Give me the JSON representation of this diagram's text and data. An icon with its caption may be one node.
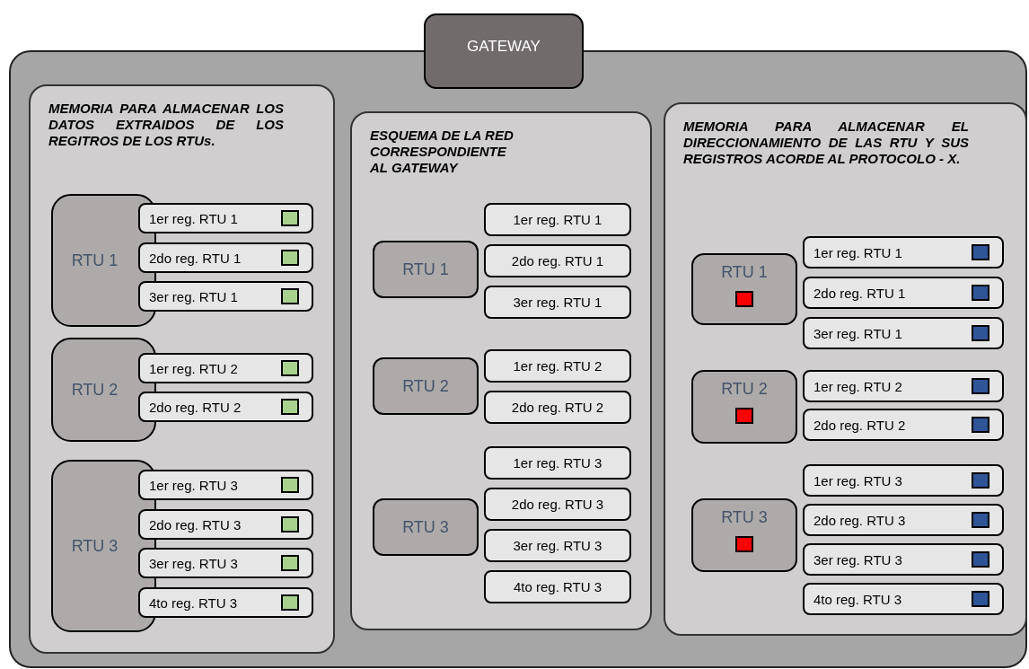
{
  "diagram": {
    "nodes": [
      {
        "text": [
          "GATEWAY"
        ]
      },
      {
        "text": [],
        "shape": "box"
      },
      {
        "text": [
          "MEMORIA PARA ALMACENAR LOS DATOS EXTRAIDOS DE LOS REGITROS DE LOS RTUs."
        ],
        "in": 1
      },
      {
        "text": [
          "RTU 1"
        ],
        "in": 2
      },
      {
        "text": [
          "1er reg. RTU 1"
        ],
        "in": 2
      },
      {
        "text": [
          "2do reg. RTU 1"
        ],
        "in": 2
      },
      {
        "text": [
          "3er reg. RTU 1"
        ],
        "in": 2
      },
      {
        "text": [
          "RTU 2"
        ],
        "in": 2
      },
      {
        "text": [
          "1er reg. RTU 2"
        ],
        "in": 2
      },
      {
        "text": [
          "2do reg. RTU 2"
        ],
        "in": 2
      },
      {
        "text": [
          "RTU 3"
        ],
        "in": 2
      },
      {
        "text": [
          "1er reg. RTU 3"
        ],
        "in": 2
      },
      {
        "text": [
          "2do reg. RTU 3"
        ],
        "in": 2
      },
      {
        "text": [
          "3er reg. RTU 3"
        ],
        "in": 2
      },
      {
        "text": [
          "4to reg. RTU 3"
        ],
        "in": 2
      },
      {
        "text": [
          "ESQUEMA DE LA RED CORRESPONDIENTE AL GATEWAY"
        ],
        "in": 1
      },
      {
        "text": [
          "RTU 1"
        ],
        "in": 15
      },
      {
        "text": [
          "1er reg. RTU 1"
        ],
        "in": 15
      },
      {
        "text": [
          "2do reg. RTU 1"
        ],
        "in": 15
      },
      {
        "text": [
          "3er reg. RTU 1"
        ],
        "in": 15
      },
      {
        "text": [
          "RTU 2"
        ],
        "in": 15
      },
      {
        "text": [
          "1er reg. RTU 2"
        ],
        "in": 15
      },
      {
        "text": [
          "2do reg. RTU 2"
        ],
        "in": 15
      },
      {
        "text": [
          "RTU 3"
        ],
        "in": 15
      },
      {
        "text": [
          "1er reg. RTU 3"
        ],
        "in": 15
      },
      {
        "text": [
          "2do reg. RTU 3"
        ],
        "in": 15
      },
      {
        "text": [
          "3er reg. RTU 3"
        ],
        "in": 15
      },
      {
        "text": [
          "4to reg. RTU 3"
        ],
        "in": 15
      },
      {
        "text": [
          "MEMORIA PARA ALMACENAR EL DIRECCIONAMIENTO DE LAS RTU Y SUS REGISTROS ACORDE AL PROTOCOLO - X."
        ],
        "in": 1
      },
      {
        "text": [
          "RTU 1"
        ],
        "in": 28
      },
      {
        "text": [
          "1er reg. RTU 1"
        ],
        "in": 28
      },
      {
        "text": [
          "2do reg. RTU 1"
        ],
        "in": 28
      },
      {
        "text": [
          "3er reg. RTU 1"
        ],
        "in": 28
      },
      {
        "text": [
          "RTU 2"
        ],
        "in": 28
      },
      {
        "text": [
          "1er reg. RTU 2"
        ],
        "in": 28
      },
      {
        "text": [
          "2do reg. RTU 2"
        ],
        "in": 28
      },
      {
        "text": [
          "RTU 3"
        ],
        "in": 28
      },
      {
        "text": [
          "1er reg. RTU 3"
        ],
        "in": 28
      },
      {
        "text": [
          "2do reg. RTU 3"
        ],
        "in": 28
      },
      {
        "text": [
          "3er reg. RTU 3"
        ],
        "in": 28
      },
      {
        "text": [
          "4to reg. RTU 3"
        ],
        "in": 28
      }
    ]
  }
}
